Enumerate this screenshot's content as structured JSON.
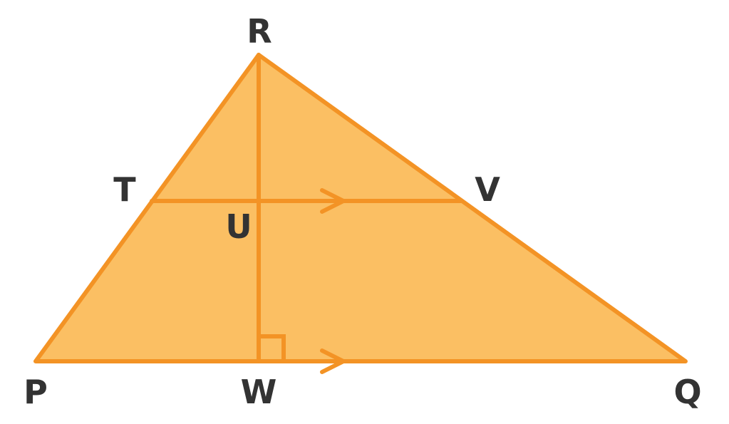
{
  "diagram": {
    "colors": {
      "fill": "#FBBF63",
      "stroke": "#F39325",
      "label": "#333333",
      "background": "#FFFFFF"
    },
    "labels": {
      "R": "R",
      "T": "T",
      "V": "V",
      "U": "U",
      "P": "P",
      "W": "W",
      "Q": "Q"
    },
    "markers": {
      "parallel_arrows": "parallel-arrow-icon",
      "right_angle": "right-angle-icon"
    }
  }
}
